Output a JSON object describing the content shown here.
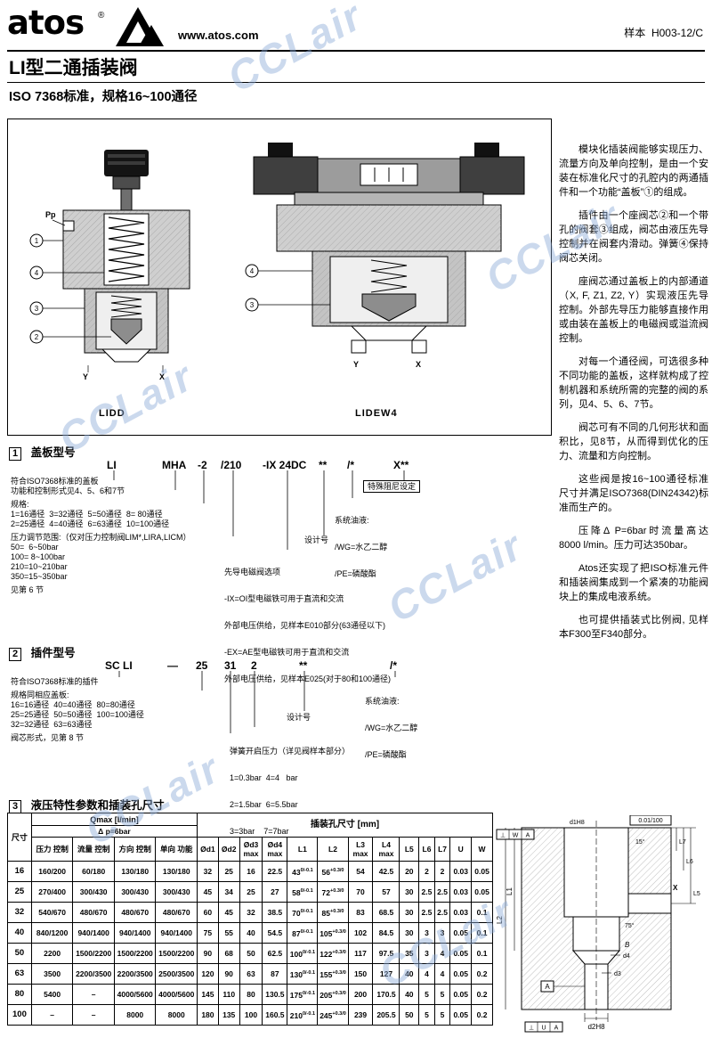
{
  "watermark": {
    "text": "CCLair"
  },
  "header": {
    "logo_text": "atos",
    "logo_reg": "®",
    "url": "www.atos.com",
    "doc_ref": "样本  H003-12/C"
  },
  "title": {
    "main": "LI型二通插装阀",
    "sub": "ISO 7368标准，规格16~100通径"
  },
  "figures": {
    "left_caption": "LIDD",
    "right_caption": "LIDEW4",
    "callouts_left": [
      "1",
      "4",
      "3",
      "2"
    ],
    "callouts_right": [
      "4",
      "3"
    ],
    "port_pp": "Pp",
    "port_y": "Y",
    "port_x": "X"
  },
  "intro": {
    "paragraphs": [
      "模块化插装阀能够实现压力、流量方向及单向控制，是由一个安装在标准化尺寸的孔腔内的两通插件和一个功能“盖板”①的组成。",
      "插件由一个座阀芯②和一个带孔的阀套③组成，阀芯由液压先导控制并在阀套内滑动。弹簧④保持阀芯关闭。",
      "座阀芯通过盖板上的内部通道（X, F, Z1, Z2, Y）实现液压先导控制。外部先导压力能够直接作用或由装在盖板上的电磁阀或溢流阀控制。",
      "对每一个通径阀，可选很多种不同功能的盖板，这样就构成了控制机器和系统所需的完整的阀的系列，见4、5、6、7节。",
      "阀芯可有不同的几何形状和面积比，见8节，从而得到优化的压力、流量和方向控制。",
      "这些阀是按16~100通径标准尺寸并满足ISO7368(DIN24342)标准而生产的。",
      "压降Δ P=6bar时流量高达8000 l/min。压力可达350bar。",
      "Atos还实现了把ISO标准元件和插装阀集成到一个紧凑的功能阀块上的集成电液系统。",
      "也可提供插装式比例阀, 见样本F300至F340部分。"
    ]
  },
  "sections": {
    "s1": {
      "num": "1",
      "title": "盖板型号"
    },
    "s2": {
      "num": "2",
      "title": "插件型号"
    },
    "s3": {
      "num": "3",
      "title": "液压特性参数和插装孔尺寸"
    }
  },
  "section1": {
    "code": [
      "LI",
      "MHA",
      "-2",
      "/210",
      "-IX 24DC",
      "**",
      "/*",
      "X**"
    ],
    "left_labels": [
      "符合ISO7368标准的盖板",
      "功能和控制形式见4、5、6和7节",
      "规格:",
      "1=16通径  3=32通径  5=50通径  8= 80通径",
      "2=25通径  4=40通径  6=63通径  10=100通径",
      "压力调节范围:（仅对压力控制阀LIM*,LIRA,LICM）",
      "50=  6~50bar",
      "100= 8~100bar",
      "210=10~210bar",
      "350=15~350bar",
      "见第 6 节"
    ],
    "right": {
      "damping": "特殊阻尼设定",
      "fluid_title": "系统油液:",
      "fluid_wg": "/WG=水乙二醇",
      "fluid_pe": "/PE=磷酸酯",
      "design": "设计号",
      "sol_title": "先导电磁阀选项",
      "sol_lines": [
        "-IX=OI型电磁铁可用于直流和交流",
        "外部电压供给，见样本E010部分(63通径以下)",
        "-EX=AE型电磁铁可用于直流和交流",
        "外部电压供给，见样本E025(对于80和100通径)"
      ]
    }
  },
  "section2": {
    "code": [
      "SC LI",
      "—",
      "25",
      "31",
      "2",
      "**",
      "/*"
    ],
    "left_labels": [
      "符合ISO7368标准的插件",
      "规格同相应盖板:",
      "16=16通径  40=40通径  80=80通径",
      "25=25通径  50=50通径  100=100通径",
      "32=32通径  63=63通径",
      "阀芯形式，见第 8 节"
    ],
    "right": {
      "fluid_title": "系统油液:",
      "fluid_wg": "/WG=水乙二醇",
      "fluid_pe": "/PE=磷酸酯",
      "design": "设计号",
      "spring_title": "弹簧开启压力（详见阀样本部分）",
      "spring_lines": [
        "1=0.3bar  4=4   bar",
        "2=1.5bar  6=5.5bar",
        "3=3bar    7=7bar"
      ]
    }
  },
  "table": {
    "col_size": "尺寸",
    "qmax_title": "Qmax [l/min]",
    "qmax_sub": "Δ p=6bar",
    "cavity_title": "插装孔尺寸 [mm]",
    "q_heads": [
      "压力 控制",
      "流量 控制",
      "方向 控制",
      "单向 功能"
    ],
    "dim_heads": [
      "Ød1",
      "Ød2",
      "Ød3 max",
      "Ød4 max",
      "L1",
      "L2",
      "L3 max",
      "L4 max",
      "L5",
      "L6",
      "L7",
      "U",
      "W"
    ],
    "rows": [
      {
        "size": "16",
        "cells": [
          "160/200",
          "60/180",
          "130/180",
          "130/180",
          "32",
          "25",
          "16",
          "22.5",
          "43^0/-0.1",
          "56^+0.3/0",
          "54",
          "42.5",
          "20",
          "2",
          "2",
          "0.03",
          "0.05"
        ]
      },
      {
        "size": "25",
        "cells": [
          "270/400",
          "300/430",
          "300/430",
          "300/430",
          "45",
          "34",
          "25",
          "27",
          "58^0/-0.1",
          "72^+0.3/0",
          "70",
          "57",
          "30",
          "2.5",
          "2.5",
          "0.03",
          "0.05"
        ]
      },
      {
        "size": "32",
        "cells": [
          "540/670",
          "480/670",
          "480/670",
          "480/670",
          "60",
          "45",
          "32",
          "38.5",
          "70^0/-0.1",
          "85^+0.3/0",
          "83",
          "68.5",
          "30",
          "2.5",
          "2.5",
          "0.03",
          "0.1"
        ]
      },
      {
        "size": "40",
        "cells": [
          "840/1200",
          "940/1400",
          "940/1400",
          "940/1400",
          "75",
          "55",
          "40",
          "54.5",
          "87^0/-0.1",
          "105^+0.3/0",
          "102",
          "84.5",
          "30",
          "3",
          "3",
          "0.05",
          "0.1"
        ]
      },
      {
        "size": "50",
        "cells": [
          "2200",
          "1500/2200",
          "1500/2200",
          "1500/2200",
          "90",
          "68",
          "50",
          "62.5",
          "100^0/-0.1",
          "122^+0.3/0",
          "117",
          "97.5",
          "35",
          "3",
          "4",
          "0.05",
          "0.1"
        ]
      },
      {
        "size": "63",
        "cells": [
          "3500",
          "2200/3500",
          "2200/3500",
          "2500/3500",
          "120",
          "90",
          "63",
          "87",
          "130^0/-0.1",
          "155^+0.3/0",
          "150",
          "127",
          "40",
          "4",
          "4",
          "0.05",
          "0.2"
        ]
      },
      {
        "size": "80",
        "cells": [
          "5400",
          "–",
          "4000/5600",
          "4000/5600",
          "145",
          "110",
          "80",
          "130.5",
          "175^0/-0.1",
          "205^+0.3/0",
          "200",
          "170.5",
          "40",
          "5",
          "5",
          "0.05",
          "0.2"
        ]
      },
      {
        "size": "100",
        "cells": [
          "–",
          "–",
          "8000",
          "8000",
          "180",
          "135",
          "100",
          "160.5",
          "210^0/-0.1",
          "245^+0.3/0",
          "239",
          "205.5",
          "50",
          "5",
          "5",
          "0.05",
          "0.2"
        ]
      }
    ]
  },
  "dim": {
    "d1": "d1H8",
    "d2": "d2H8",
    "d3": "d3",
    "d4": "d4",
    "L1": "L1",
    "L2": "L2",
    "L5": "L5",
    "L6": "L6",
    "L7": "L7",
    "B": "B",
    "A": "A",
    "X": "X",
    "angle_top": "15°",
    "angle_mid": "75°",
    "tol": "0.01/100",
    "frame_left": [
      "⊥",
      "W",
      "A"
    ],
    "frame_bottom": [
      "⊥",
      "U",
      "A"
    ]
  }
}
